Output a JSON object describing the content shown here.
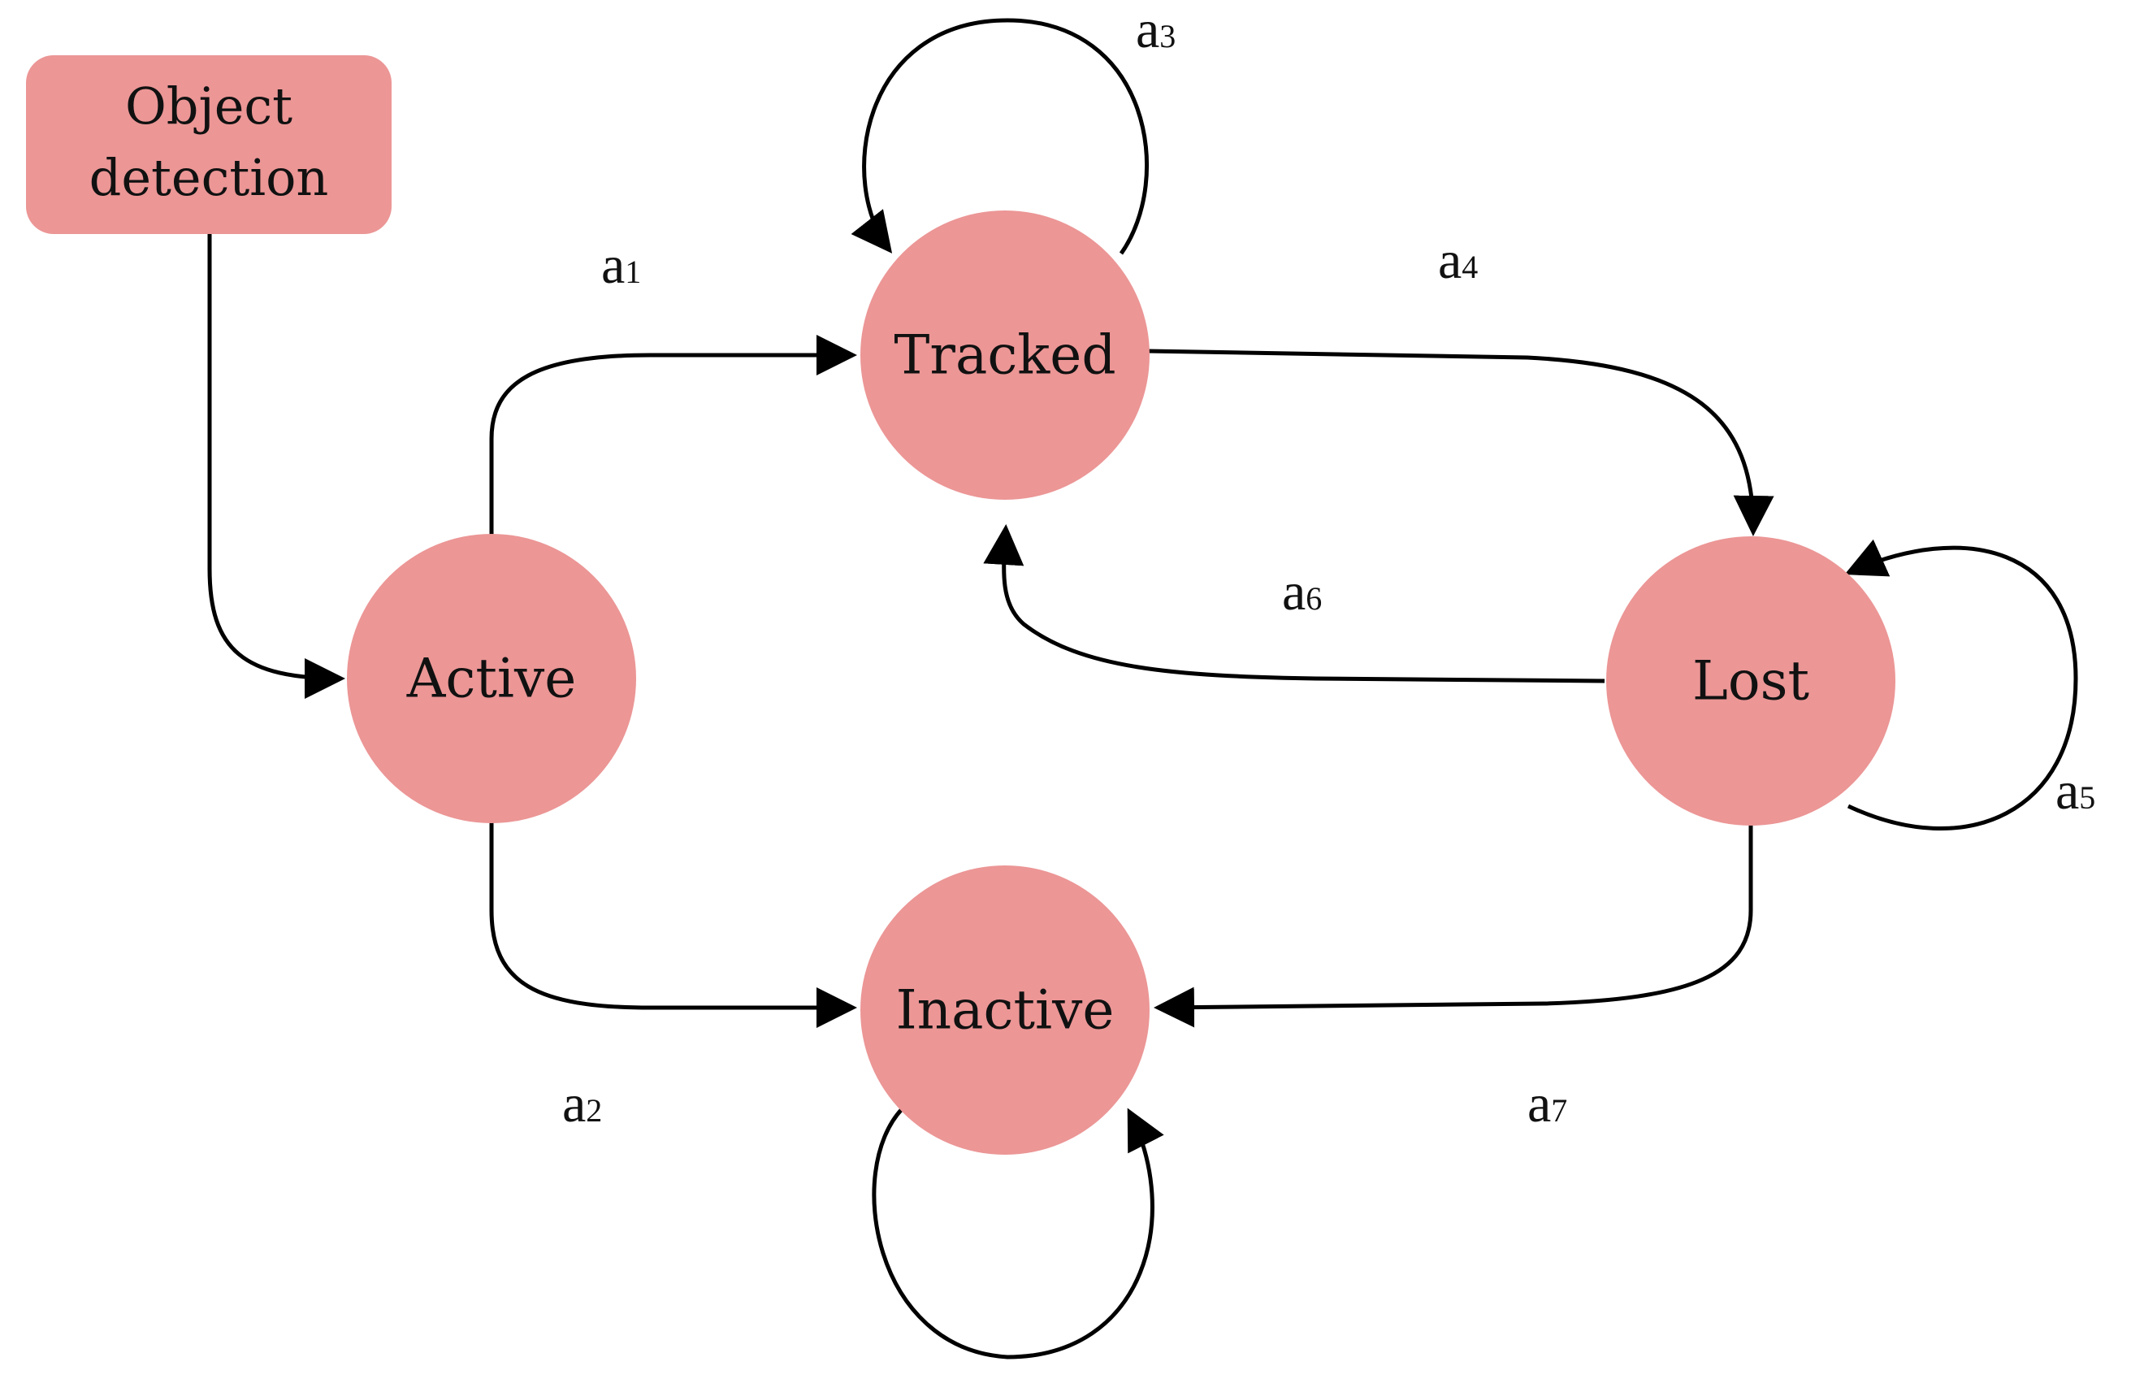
{
  "colors": {
    "node_fill": "#ec9696",
    "edge": "#000000",
    "text": "#111111",
    "background": "#ffffff"
  },
  "start_box": {
    "line1": "Object",
    "line2": "detection"
  },
  "states": {
    "active": "Active",
    "tracked": "Tracked",
    "lost": "Lost",
    "inactive": "Inactive"
  },
  "transitions": {
    "a1": {
      "letter": "a",
      "index": "1"
    },
    "a2": {
      "letter": "a",
      "index": "2"
    },
    "a3": {
      "letter": "a",
      "index": "3"
    },
    "a4": {
      "letter": "a",
      "index": "4"
    },
    "a5": {
      "letter": "a",
      "index": "5"
    },
    "a6": {
      "letter": "a",
      "index": "6"
    },
    "a7": {
      "letter": "a",
      "index": "7"
    }
  }
}
